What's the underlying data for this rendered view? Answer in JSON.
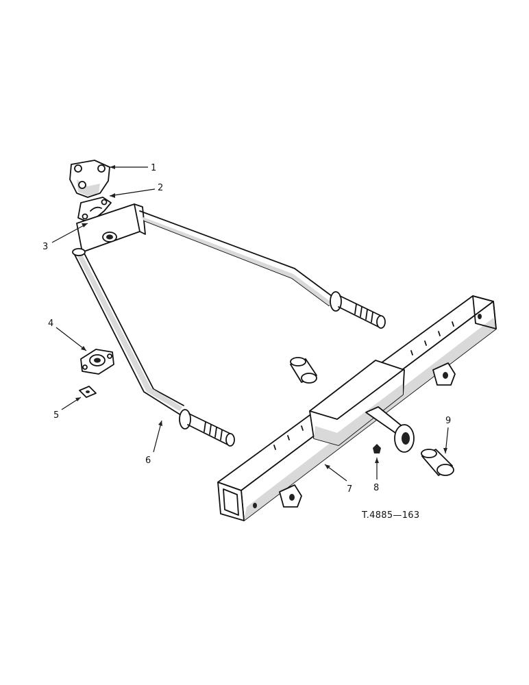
{
  "callouts": [
    {
      "id": "1",
      "label": "1"
    },
    {
      "id": "2",
      "label": "2"
    },
    {
      "id": "3",
      "label": "3"
    },
    {
      "id": "4",
      "label": "4"
    },
    {
      "id": "5",
      "label": "5"
    },
    {
      "id": "6",
      "label": "6"
    },
    {
      "id": "7",
      "label": "7"
    },
    {
      "id": "8",
      "label": "8"
    },
    {
      "id": "9",
      "label": "9"
    }
  ],
  "reference_code": "T.4885—163"
}
